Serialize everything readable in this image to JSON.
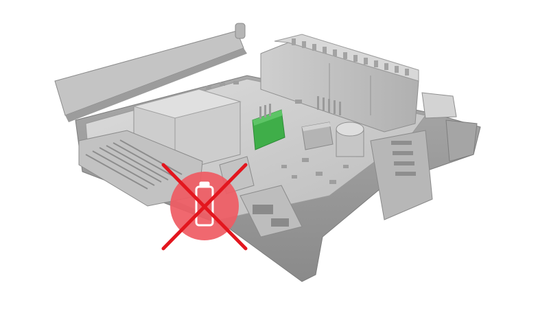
{
  "image": {
    "subject": "controller-board-render",
    "background_color": "#ffffff",
    "colors": {
      "housing": "#bdbdbd",
      "housing_light": "#d6d6d6",
      "housing_dark": "#8f8f8f",
      "pcb": "#c9c9c9",
      "accent_module": "#3fae49",
      "warning_circle": "#ef5b63",
      "cross": "#e3161e",
      "icon": "#ffffff"
    },
    "overlay": {
      "icon": "battery-icon",
      "marker": "cross-out-mark",
      "meaning_shown": "no-battery"
    }
  }
}
